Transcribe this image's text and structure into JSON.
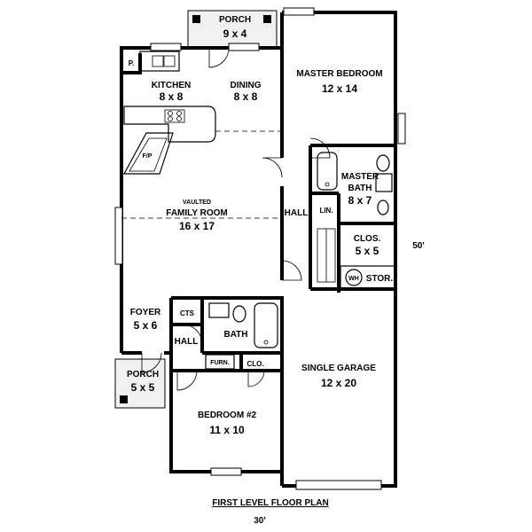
{
  "plan": {
    "title": "FIRST LEVEL FLOOR PLAN",
    "width_label": "30'",
    "depth_label": "50'"
  },
  "rooms": {
    "porch_top": {
      "name": "PORCH",
      "dim": "9 x 4"
    },
    "kitchen": {
      "name": "KITCHEN",
      "dim": "8 x 8"
    },
    "pantry": {
      "name": "P."
    },
    "dining": {
      "name": "DINING",
      "dim": "8 x 8"
    },
    "master_bedroom": {
      "name": "MASTER BEDROOM",
      "dim": "12 x 14"
    },
    "fireplace": {
      "name": "F/P"
    },
    "master_bath": {
      "name": "MASTER",
      "name2": "BATH",
      "dim": "8 x 7"
    },
    "linen": {
      "name": "LIN."
    },
    "family_room": {
      "name_top": "VAULTED",
      "name": "FAMILY ROOM",
      "dim": "16 x 17"
    },
    "hall_upper": {
      "name": "HALL"
    },
    "closet_master": {
      "name": "CLOS.",
      "dim": "5 x 5"
    },
    "wh": {
      "name": "WH"
    },
    "storage": {
      "name": "STOR."
    },
    "foyer": {
      "name": "FOYER",
      "dim": "5 x 6"
    },
    "cts": {
      "name": "CTS"
    },
    "bath": {
      "name": "BATH"
    },
    "hall_lower": {
      "name": "HALL"
    },
    "porch_front": {
      "name": "PORCH",
      "dim": "5 x 5"
    },
    "furnace": {
      "name": "FURN."
    },
    "closet_bed2": {
      "name": "CLO."
    },
    "single_garage": {
      "name": "SINGLE GARAGE",
      "dim": "12 x 20"
    },
    "bedroom2": {
      "name": "BEDROOM #2",
      "dim": "11 x 10"
    }
  }
}
